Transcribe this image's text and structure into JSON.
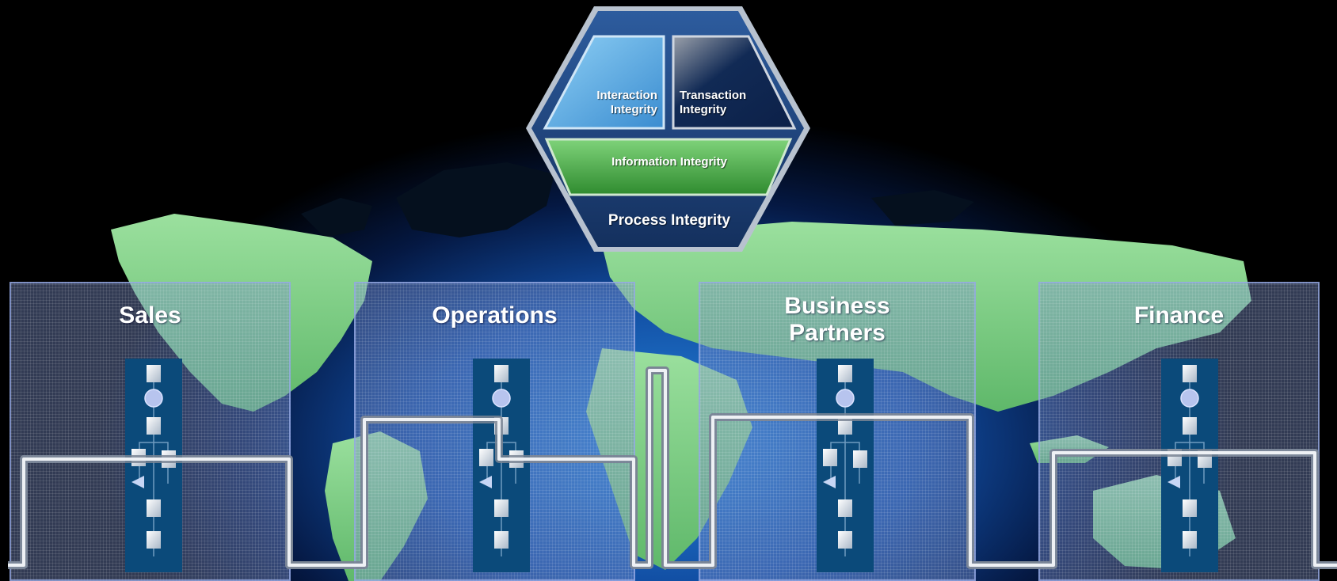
{
  "hexagon": {
    "tiles": {
      "interaction": {
        "line1": "Interaction",
        "line2": "Integrity"
      },
      "transaction": {
        "line1": "Transaction",
        "line2": "Integrity"
      },
      "information": "Information Integrity"
    },
    "base_label": "Process Integrity"
  },
  "panels": [
    {
      "title": "Sales"
    },
    {
      "title": "Operations"
    },
    {
      "title_line1": "Business",
      "title_line2": "Partners"
    },
    {
      "title": "Finance"
    }
  ],
  "colors": {
    "background": "#000000",
    "globe_glow": "#2a8ce6",
    "land": "#7fd089",
    "panel_fill": "#7e8fd0",
    "hex_frame": "#1f3f7a",
    "interaction_tile": "#5fb0e6",
    "transaction_tile": "#0e2a5a",
    "information_tile": "#4caf4c",
    "connector": "#c9ced6",
    "flow_strip": "#0b4a7a"
  },
  "icons": [
    "world-map",
    "process-flow-chart",
    "connector-pipe"
  ]
}
